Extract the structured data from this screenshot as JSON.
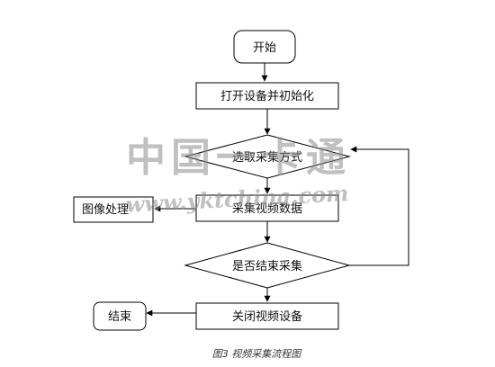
{
  "flowchart": {
    "start": "开始",
    "open_init": "打开设备并初始化",
    "select_mode": "选取采集方式",
    "capture_data": "采集视频数据",
    "image_process": "图像处理",
    "end_capture_q": "是否结束采集",
    "close_device": "关闭视频设备",
    "end": "结束"
  },
  "caption": "图3 视频采集流程图",
  "watermark": {
    "chinese": "中国一卡通",
    "url": "www.yktchina.com"
  }
}
